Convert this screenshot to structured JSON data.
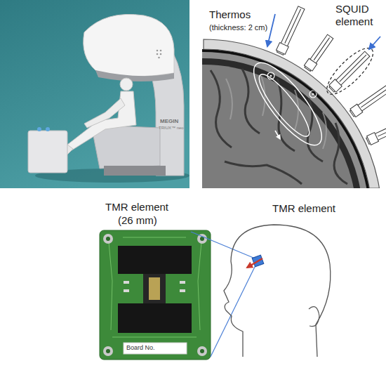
{
  "diagram": {
    "labels": [
      "MEGIN",
      "TRIUX™ neo",
      "Thermos",
      "(thickness: 2 cm)",
      "SQUID element",
      "TMR element",
      "(26 mm)",
      "TMR element",
      "Board No."
    ]
  }
}
